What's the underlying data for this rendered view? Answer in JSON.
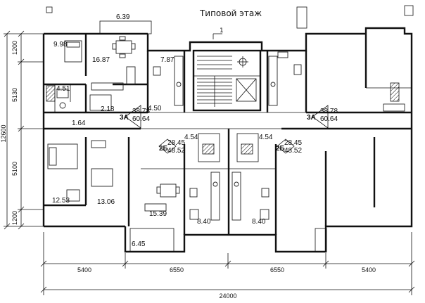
{
  "title": "Типовой этаж",
  "axis_mark": "1",
  "rooms": [
    {
      "id": "tl-bed",
      "area": "9.98"
    },
    {
      "id": "tl-living",
      "area": "16.87"
    },
    {
      "id": "tl-kitchen",
      "area": "7.87"
    },
    {
      "id": "tl-corridor",
      "area": "2.18"
    },
    {
      "id": "tl-loggia",
      "area": "6.39"
    },
    {
      "id": "tl-bath",
      "area": "4.51"
    },
    {
      "id": "tl-hall",
      "area": "4.50"
    },
    {
      "id": "c-left",
      "area": "4.54"
    },
    {
      "id": "c-right",
      "area": "4.54"
    },
    {
      "id": "bl-bed",
      "area": "12.53"
    },
    {
      "id": "bl-room",
      "area": "13.06"
    },
    {
      "id": "bl-living",
      "area": "15.39"
    },
    {
      "id": "bl-kitchen-a",
      "area": "8.40"
    },
    {
      "id": "bl-kitchen-b",
      "area": "8.40"
    },
    {
      "id": "bl-loggia",
      "area": "6.45"
    },
    {
      "id": "bl-wc",
      "area": "1.64"
    }
  ],
  "apartments": [
    {
      "id": "apt-3a-left",
      "type": "3А",
      "living": "38.78",
      "total": "60.64"
    },
    {
      "id": "apt-3a-right",
      "type": "3А",
      "living": "38.78",
      "total": "60.64"
    },
    {
      "id": "apt-2b-left",
      "type": "2Б",
      "living": "28.45",
      "total": "48.52"
    },
    {
      "id": "apt-2b-right",
      "type": "2Б",
      "living": "28.45",
      "total": "48.52"
    }
  ],
  "dimensions": {
    "bottom": [
      "5400",
      "6550",
      "6550",
      "5400"
    ],
    "overall": "24000",
    "left_segments": [
      "1200",
      "5130",
      "5100",
      "1200"
    ],
    "left_total": "12600"
  }
}
